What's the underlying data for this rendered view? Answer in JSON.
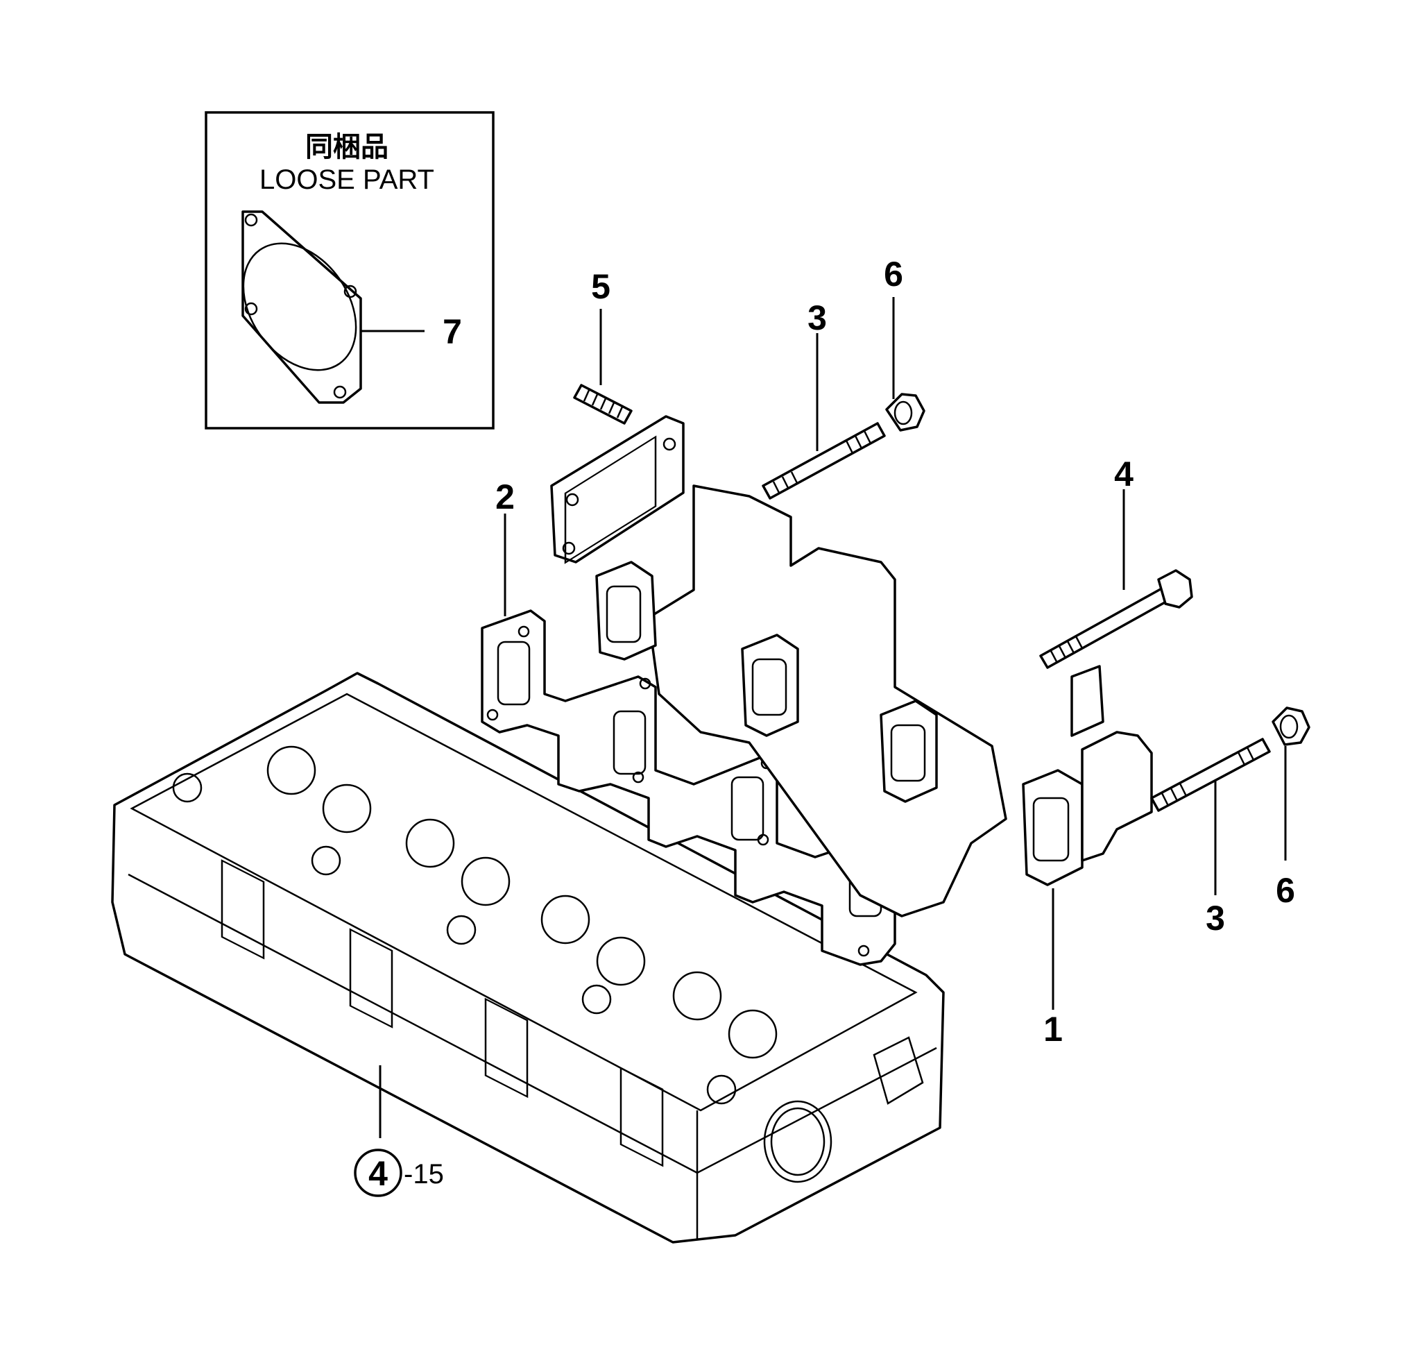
{
  "loose_part_box": {
    "title_jp": "同梱品",
    "title_en": "LOOSE PART"
  },
  "callouts": {
    "c1": "1",
    "c2": "2",
    "c3a": "3",
    "c3b": "3",
    "c4": "4",
    "c5": "5",
    "c6a": "6",
    "c6b": "6",
    "c7": "7"
  },
  "reference": {
    "group": "4",
    "suffix": "-15"
  }
}
